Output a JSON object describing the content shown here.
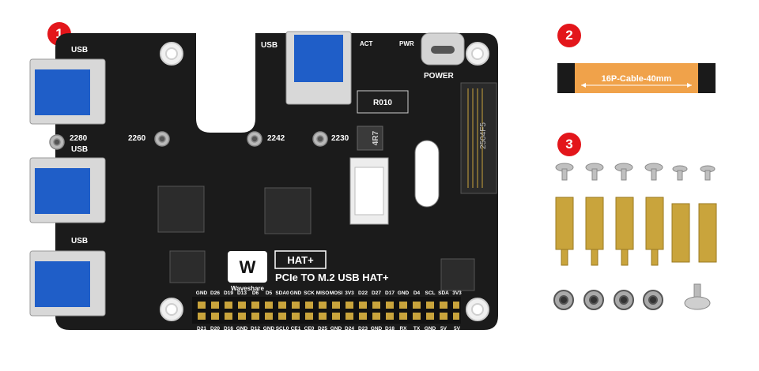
{
  "badges": [
    "1",
    "2",
    "3"
  ],
  "board": {
    "usb_labels": [
      "USB",
      "USB",
      "USB",
      "USB"
    ],
    "power_label": "POWER",
    "act_label": "ACT",
    "pwr_label": "PWR",
    "mount_labels": [
      "2280",
      "2260",
      "2242",
      "2230"
    ],
    "inductor_label": "4R7",
    "resistor_label": "R010",
    "slot_label": "2504F5",
    "hat_label": "HAT+",
    "brand": "Waveshare",
    "product_title": "PCIe TO M.2 USB HAT+",
    "gpio_top": [
      "GND",
      "D26",
      "D19",
      "D13",
      "D6",
      "D5",
      "SDA0",
      "GND",
      "SCK",
      "MISO",
      "MOSI",
      "3V3",
      "D22",
      "D27",
      "D17",
      "GND",
      "D4",
      "SCL",
      "SDA",
      "3V3"
    ],
    "gpio_bottom": [
      "D21",
      "D20",
      "D16",
      "GND",
      "D12",
      "GND",
      "SCL0",
      "CE1",
      "CE0",
      "D25",
      "GND",
      "D24",
      "D23",
      "GND",
      "D18",
      "RX",
      "TX",
      "GND",
      "5V",
      "5V"
    ]
  },
  "cable": {
    "label": "16P-Cable-40mm"
  },
  "colors": {
    "badge": "#e3161b",
    "pcb": "#1b1b1b",
    "cable": "#f0a24a",
    "brass": "#c9a43c"
  }
}
